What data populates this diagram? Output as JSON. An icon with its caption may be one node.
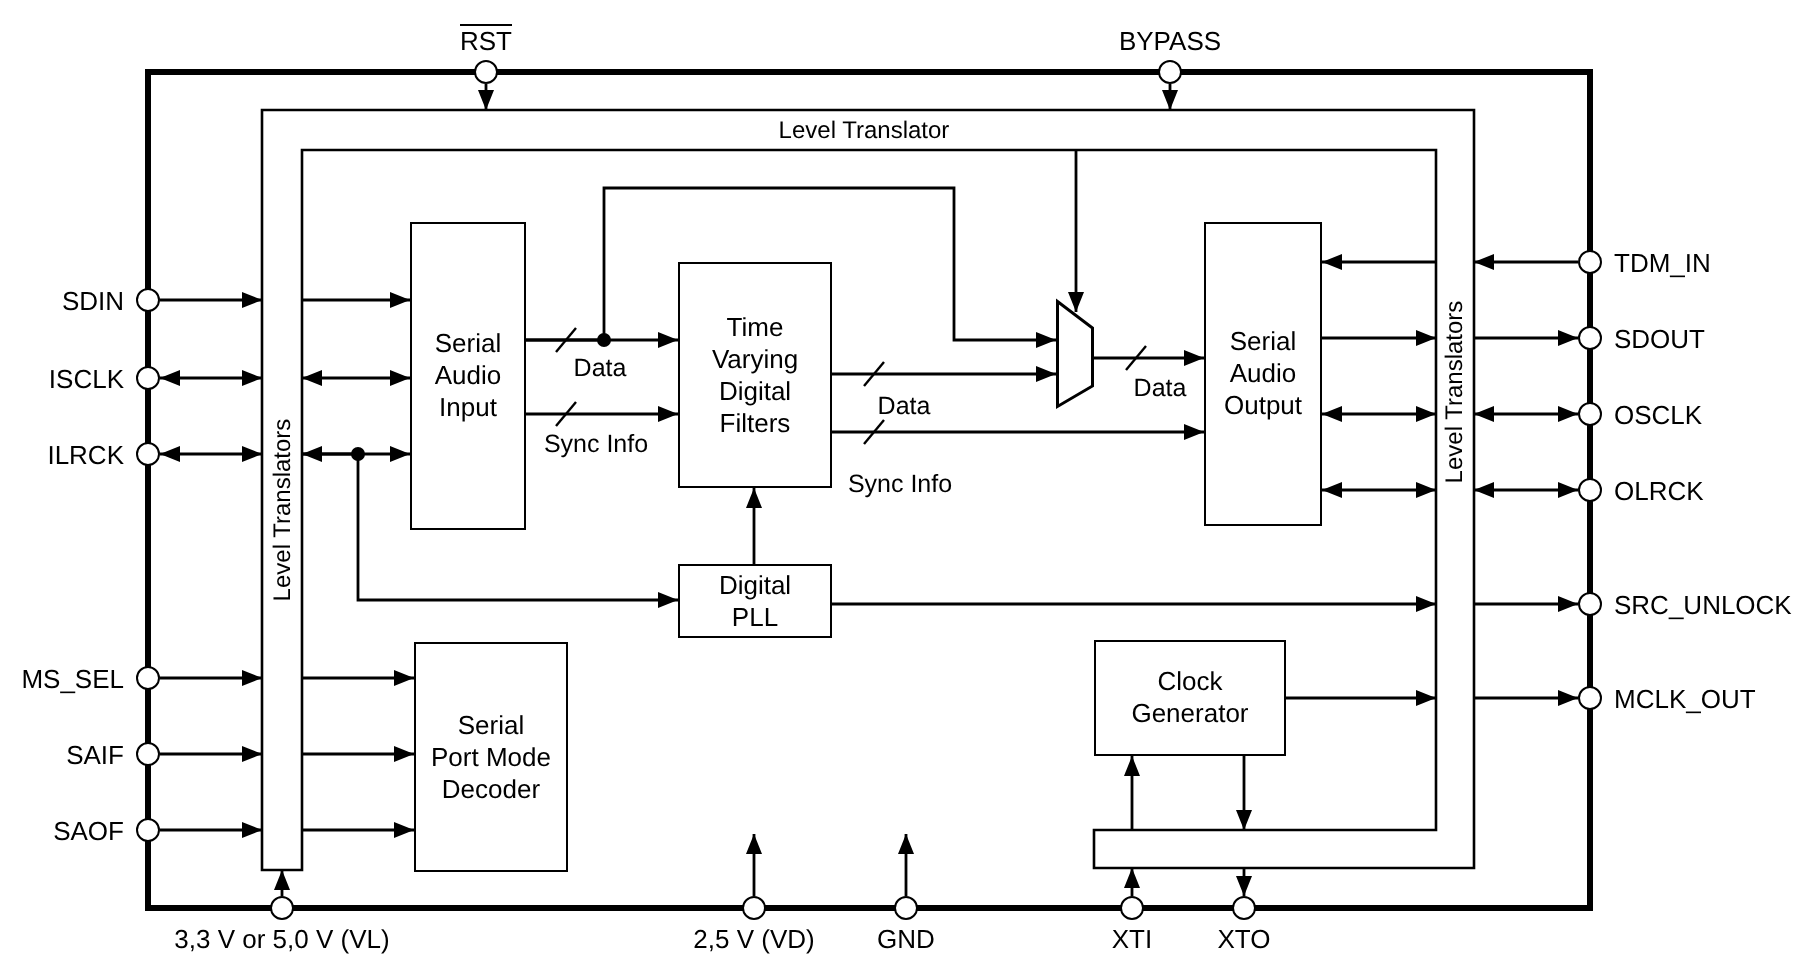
{
  "diagram": {
    "nodes": [
      {
        "text": [
          "RST"
        ]
      },
      {
        "text": [
          "BYPASS"
        ]
      },
      {
        "text": [
          "Level Translator",
          "Level Translators",
          "Level Translators"
        ]
      },
      {
        "text": [
          "SDIN"
        ]
      },
      {
        "text": [
          "ISCLK"
        ]
      },
      {
        "text": [
          "ILRCK"
        ]
      },
      {
        "text": [
          "Serial Audio Input"
        ]
      },
      {
        "text": [
          "Time Varying Digital Filters"
        ]
      },
      {
        "text": [],
        "shape": "trapezoid"
      },
      {
        "text": [
          "Serial Audio Output"
        ]
      },
      {
        "text": [
          "TDM_IN"
        ]
      },
      {
        "text": [
          "SDOUT"
        ]
      },
      {
        "text": [
          "OSCLK"
        ]
      },
      {
        "text": [
          "OLRCK"
        ]
      },
      {
        "text": [
          "Digital PLL"
        ]
      },
      {
        "text": [
          "SRC_UNLOCK"
        ]
      },
      {
        "text": [
          "MS_SEL"
        ]
      },
      {
        "text": [
          "SAIF"
        ]
      },
      {
        "text": [
          "SAOF"
        ]
      },
      {
        "text": [
          "Serial Port Mode Decoder"
        ]
      },
      {
        "text": [
          "Clock Generator"
        ]
      },
      {
        "text": [
          "MCLK_OUT"
        ]
      },
      {
        "text": [
          "3,3 V or 5,0 V (VL)"
        ]
      },
      {
        "text": [
          "2,5 V (VD)"
        ]
      },
      {
        "text": [
          "GND"
        ]
      },
      {
        "text": [
          "XTI"
        ]
      },
      {
        "text": [
          "XTO"
        ]
      }
    ],
    "edges": [
      {
        "from": 0,
        "to": 2,
        "arrow": "to"
      },
      {
        "from": 1,
        "to": 2,
        "arrow": "to"
      },
      {
        "from": 3,
        "to": 2,
        "arrow": "to"
      },
      {
        "from": 2,
        "to": 6,
        "arrow": "to"
      },
      {
        "from": 4,
        "to": 2,
        "arrow": "both"
      },
      {
        "from": 2,
        "to": 6,
        "arrow": "both"
      },
      {
        "from": 5,
        "to": 2,
        "arrow": "both"
      },
      {
        "from": 2,
        "to": 6,
        "arrow": "both"
      },
      {
        "from": 2,
        "to": 14,
        "arrow": "to"
      },
      {
        "from": 6,
        "to": 7,
        "arrow": "to",
        "label": "Data"
      },
      {
        "from": 6,
        "to": 8,
        "arrow": "to"
      },
      {
        "from": 6,
        "to": 7,
        "arrow": "to",
        "label": "Sync Info"
      },
      {
        "from": 2,
        "to": 8,
        "arrow": "to"
      },
      {
        "from": 7,
        "to": 8,
        "arrow": "to",
        "label": "Data"
      },
      {
        "from": 7,
        "to": 9,
        "arrow": "to",
        "label": "Sync Info"
      },
      {
        "from": 8,
        "to": 9,
        "arrow": "to",
        "label": "Data"
      },
      {
        "from": 10,
        "to": 2,
        "arrow": "to"
      },
      {
        "from": 2,
        "to": 9,
        "arrow": "to"
      },
      {
        "from": 9,
        "to": 2,
        "arrow": "to"
      },
      {
        "from": 2,
        "to": 11,
        "arrow": "to"
      },
      {
        "from": 9,
        "to": 2,
        "arrow": "both"
      },
      {
        "from": 2,
        "to": 12,
        "arrow": "both"
      },
      {
        "from": 9,
        "to": 2,
        "arrow": "both"
      },
      {
        "from": 2,
        "to": 13,
        "arrow": "both"
      },
      {
        "from": 14,
        "to": 7,
        "arrow": "to"
      },
      {
        "from": 14,
        "to": 2,
        "arrow": "to"
      },
      {
        "from": 2,
        "to": 15,
        "arrow": "to"
      },
      {
        "from": 16,
        "to": 2,
        "arrow": "to"
      },
      {
        "from": 2,
        "to": 19,
        "arrow": "to"
      },
      {
        "from": 17,
        "to": 2,
        "arrow": "to"
      },
      {
        "from": 2,
        "to": 19,
        "arrow": "to"
      },
      {
        "from": 18,
        "to": 2,
        "arrow": "to"
      },
      {
        "from": 2,
        "to": 19,
        "arrow": "to"
      },
      {
        "from": 20,
        "to": 2,
        "arrow": "to"
      },
      {
        "from": 2,
        "to": 21,
        "arrow": "to"
      },
      {
        "from": 20,
        "to": 2,
        "arrow": "to"
      },
      {
        "from": 2,
        "to": 20,
        "arrow": "to"
      },
      {
        "from": 25,
        "to": 2,
        "arrow": "to"
      },
      {
        "from": 2,
        "to": 26,
        "arrow": "to"
      },
      {
        "from": 22,
        "to": 2,
        "arrow": "to"
      },
      {
        "from": 23,
        "to": null,
        "arrow": "to"
      },
      {
        "from": 24,
        "to": null,
        "arrow": "to"
      }
    ]
  }
}
